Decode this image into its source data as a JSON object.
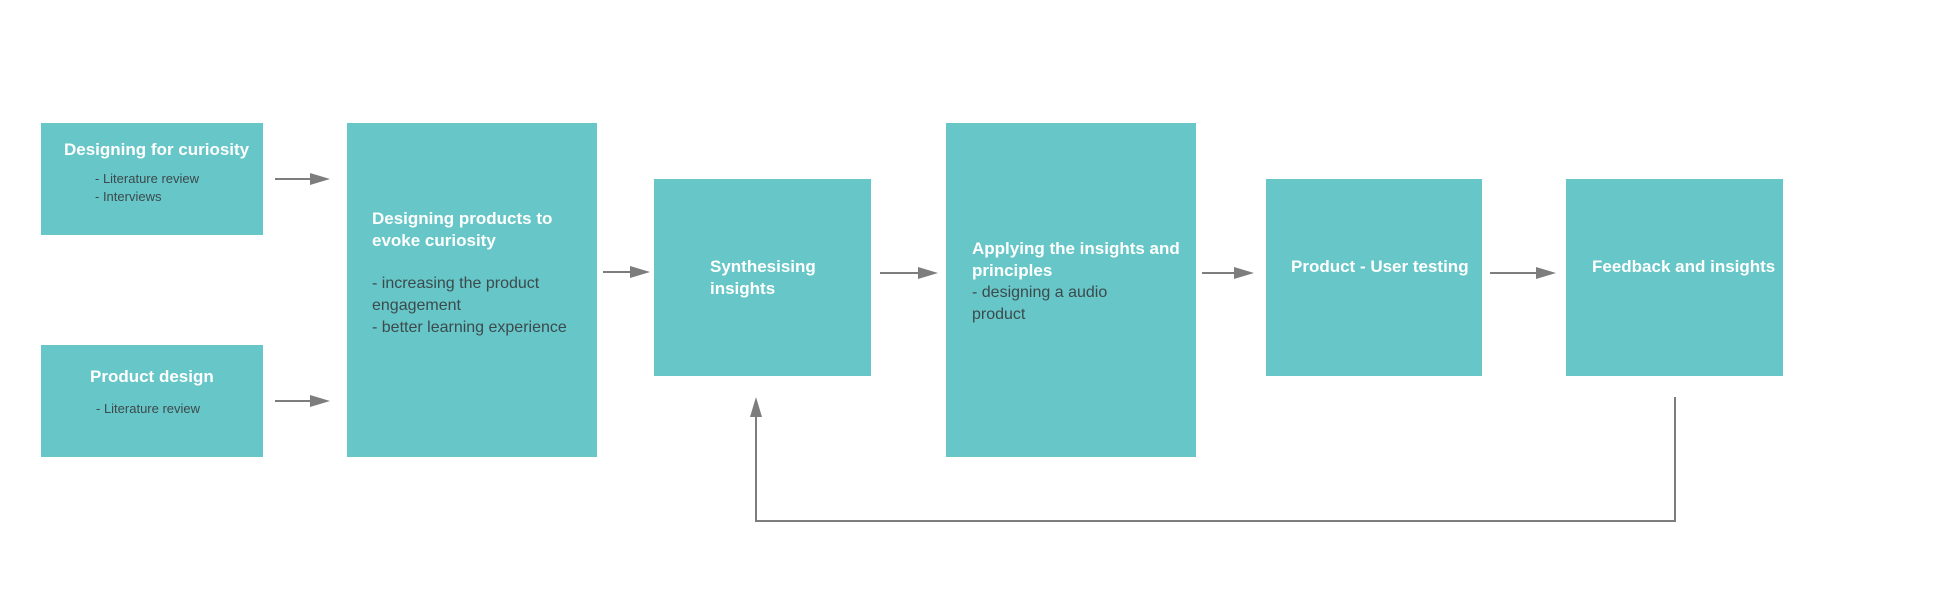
{
  "diagram": {
    "boxes": {
      "curiosity": {
        "title": "Designing for curiosity",
        "points": "- Literature review\n- Interviews"
      },
      "product_design": {
        "title": "Product design",
        "points": "- Literature review"
      },
      "evoke": {
        "title": "Designing products to\nevoke curiosity",
        "points": "- increasing the product\n   engagement\n- better learning experience"
      },
      "synthesising": {
        "title": "Synthesising\n insights"
      },
      "applying": {
        "title": "Applying  the insights and\nprinciples",
        "points": "- designing a audio\n   product"
      },
      "user_testing": {
        "title": "Product - User testing"
      },
      "feedback": {
        "title": "Feedback and insights"
      }
    },
    "colors": {
      "box_fill": "#67c6c7",
      "arrow": "#7d7d7d",
      "title_text": "#ffffff",
      "body_text": "#3c4a4d"
    }
  }
}
